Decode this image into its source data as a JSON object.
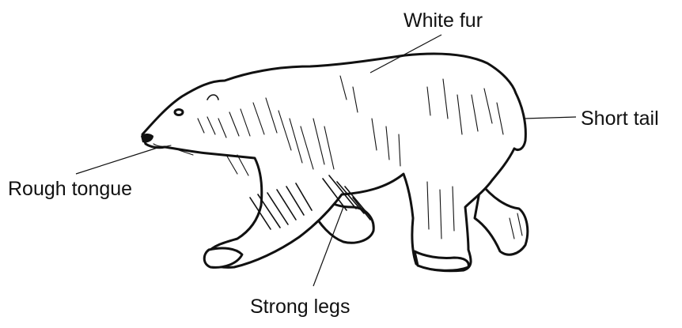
{
  "diagram": {
    "subject_icon": "polar-bear-illustration",
    "labels": {
      "white_fur": "White fur",
      "short_tail": "Short tail",
      "rough_tongue": "Rough tongue",
      "strong_legs": "Strong legs"
    }
  }
}
